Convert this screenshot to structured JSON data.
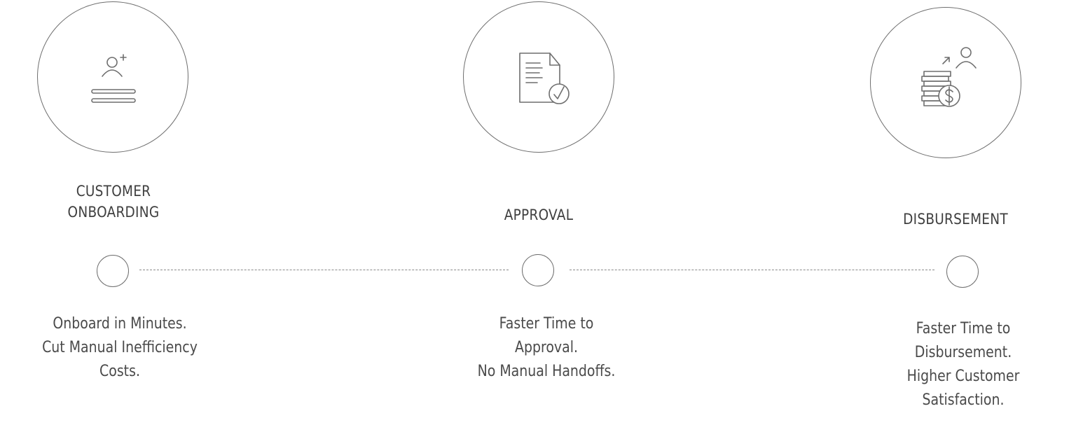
{
  "stages": [
    {
      "title": "CUSTOMER\nONBOARDING",
      "icon": "add-user-icon",
      "description": [
        "Onboard in Minutes.",
        "Cut Manual Inefficiency",
        "Costs."
      ]
    },
    {
      "title": "APPROVAL",
      "icon": "document-check-icon",
      "description": [
        "Faster Time to",
        "Approval.",
        "No Manual Handoffs."
      ]
    },
    {
      "title": "DISBURSEMENT",
      "icon": "coins-user-icon",
      "description": [
        "Faster Time to",
        "Disbursement.",
        "Higher Customer",
        "Satisfaction."
      ]
    }
  ],
  "colors": {
    "stroke": "#6e6e6e",
    "text": "#4a4a4a"
  }
}
